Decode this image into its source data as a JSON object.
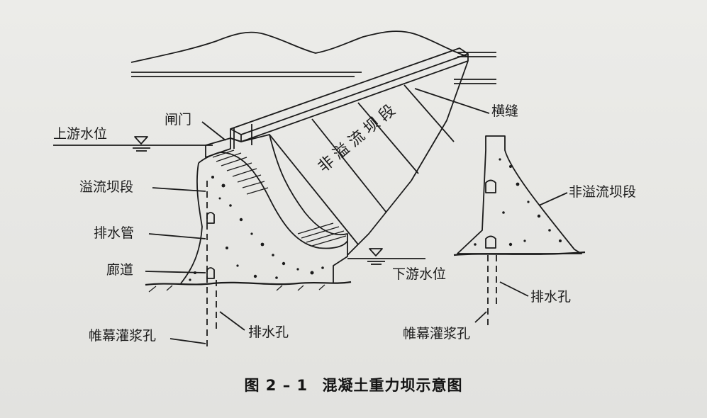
{
  "labels": {
    "upstream_level": "上游水位",
    "gate": "闸门",
    "transverse_joint": "横缝",
    "overflow_section": "溢流坝段",
    "drain_pipe": "排水管",
    "gallery": "廊道",
    "downstream_level": "下游水位",
    "nonoverflow_section_body": "非溢流坝段",
    "nonoverflow_section_right": "非溢流坝段",
    "drain_hole_left": "排水孔",
    "drain_hole_right": "排水孔",
    "grout_curtain_left": "帷幕灌浆孔",
    "grout_curtain_right": "帷幕灌浆孔"
  },
  "caption": {
    "figure_no": "图 2 – 1",
    "title": "混凝土重力坝示意图"
  },
  "colors": {
    "ink": "#1b1b1b",
    "paper": "#e9e9e6"
  }
}
